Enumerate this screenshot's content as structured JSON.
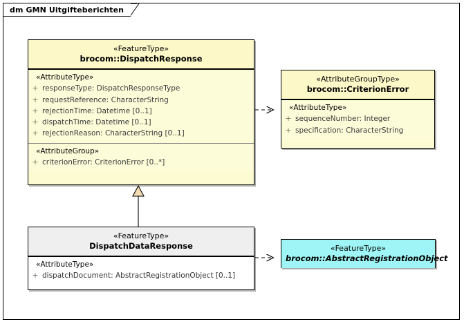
{
  "diagram": {
    "title": "dm GMN Uitgifteberichten",
    "frame_border_color": "#000000",
    "background": "#ffffff"
  },
  "colors": {
    "feature_type_fill": "#fcfbd2",
    "header_fill_yellow": "#fcf8c8",
    "white_class_header_fill": "#efefef",
    "abstract_class_fill": "#9ff5f5",
    "generalization_arrow_fill": "#f5ddb3",
    "border": "#000000",
    "compartment_divider": "#808080"
  },
  "classes": {
    "dispatch_response": {
      "stereotype": "«FeatureType»",
      "name": "brocom::DispatchResponse",
      "compartments": [
        {
          "group_stereotype": "«AttributeType»",
          "attributes": [
            {
              "visibility": "+",
              "text": "responseType: DispatchResponseType"
            },
            {
              "visibility": "+",
              "text": "requestReference: CharacterString"
            },
            {
              "visibility": "+",
              "text": "rejectionTime: Datetime [0..1]"
            },
            {
              "visibility": "+",
              "text": "dispatchTime: Datetime [0..1]"
            },
            {
              "visibility": "+",
              "text": "rejectionReason: CharacterString [0..1]"
            }
          ]
        },
        {
          "group_stereotype": "«AttributeGroup»",
          "attributes": [
            {
              "visibility": "+",
              "text": "criterionError: CriterionError [0..*]"
            }
          ]
        }
      ]
    },
    "criterion_error": {
      "stereotype": "«AttributeGroupType»",
      "name": "brocom::CriterionError",
      "compartments": [
        {
          "group_stereotype": "«AttributeType»",
          "attributes": [
            {
              "visibility": "+",
              "text": "sequenceNumber: Integer"
            },
            {
              "visibility": "+",
              "text": "specification: CharacterString"
            }
          ]
        }
      ]
    },
    "dispatch_data_response": {
      "stereotype": "«FeatureType»",
      "name": "DispatchDataResponse",
      "compartments": [
        {
          "group_stereotype": "«AttributeType»",
          "attributes": [
            {
              "visibility": "+",
              "text": "dispatchDocument: AbstractRegistrationObject [0..1]"
            }
          ]
        }
      ]
    },
    "abstract_registration_object": {
      "stereotype": "«FeatureType»",
      "name": "brocom::AbstractRegistrationObject",
      "abstract": true
    }
  },
  "connectors": [
    {
      "name": "dispatch-response-to-criterion-error",
      "kind": "dependency",
      "style": "dashed-open-arrow",
      "from": "dispatch_response",
      "to": "criterion_error"
    },
    {
      "name": "dispatch-data-response-to-dispatch-response",
      "kind": "generalization",
      "style": "solid-closed-triangle",
      "from": "dispatch_data_response",
      "to": "dispatch_response"
    },
    {
      "name": "dispatch-data-response-to-abstract-registration-object",
      "kind": "dependency",
      "style": "dashed-open-arrow",
      "from": "dispatch_data_response",
      "to": "abstract_registration_object"
    }
  ]
}
